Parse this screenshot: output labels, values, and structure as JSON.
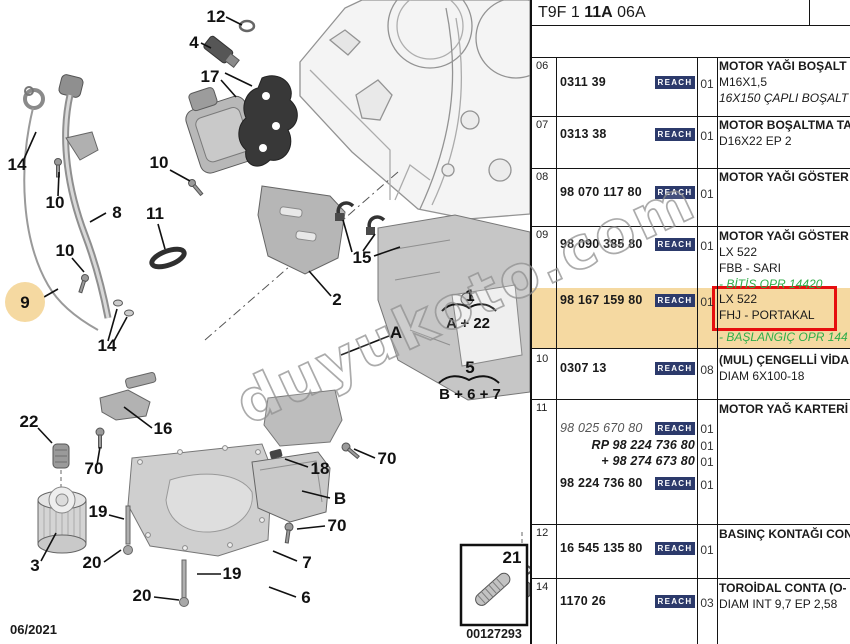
{
  "header": {
    "code_prefix": "T9F 1 ",
    "code_bold": "11A",
    "code_suffix": " 06A"
  },
  "colors": {
    "highlight_tan": "#f5d9a1",
    "red_box": "#e60f0f",
    "green_text": "#2fae4a",
    "reach_navy": "#2c3a6b"
  },
  "parts_table": {
    "reach_badge": "REACH",
    "rows": [
      {
        "pos": "06",
        "ref": "0311 39",
        "qty": "01",
        "desc1": "MOTOR YAĞI BOŞALT",
        "desc2": "M16X1,5",
        "desc3": "16X150 ÇAPLI BOŞALT"
      },
      {
        "pos": "07",
        "ref": "0313 38",
        "qty": "01",
        "desc1": "MOTOR BOŞALTMA TA",
        "desc2": "D16X22 EP 2"
      },
      {
        "pos": "08",
        "ref": "98 070 117 80",
        "qty": "01",
        "desc1": "MOTOR YAĞI GÖSTER"
      },
      {
        "pos": "09",
        "ref_a": "98 090 385 80",
        "qty_a": "01",
        "desc1": "MOTOR YAĞI GÖSTER",
        "desc2": "LX 522",
        "desc3": "FBB - SARI",
        "desc4": "- BİTİS OPR 14420",
        "ref_b": "98 167 159 80",
        "qty_b": "01",
        "hdesc1": "LX 522",
        "hdesc2": "FHJ - PORTAKAL",
        "hdesc3": "- BAŞLANGIÇ OPR 144"
      },
      {
        "pos": "10",
        "ref": "0307 13",
        "qty": "08",
        "desc1": "(MUL) ÇENGELLİ VİDA",
        "desc2": "DIAM 6X100-18"
      },
      {
        "pos": "11",
        "ref1": "98 025 670 80",
        "qty1": "01",
        "ref2": "RP 98 224 736 80",
        "qty2": "01",
        "ref3": "+ 98 274 673 80",
        "qty3": "01",
        "ref4": "98 224 736 80",
        "qty4": "01",
        "desc1": "MOTOR YAĞ KARTERİ"
      },
      {
        "pos": "12",
        "ref": "16 545 135 80",
        "qty": "01",
        "desc1": "BASINÇ KONTAĞI CON"
      },
      {
        "pos": "14",
        "ref": "1170 26",
        "qty": "03",
        "desc1": "TOROİDAL CONTA (O-",
        "desc2": "DIAM INT 9,7 EP 2,58"
      }
    ]
  },
  "diagram": {
    "watermark": "duyukoto.com",
    "labels": [
      {
        "text": "12"
      },
      {
        "text": "4"
      },
      {
        "text": "17"
      },
      {
        "text": "14"
      },
      {
        "text": "10"
      },
      {
        "text": "10"
      },
      {
        "text": "8"
      },
      {
        "text": "11"
      },
      {
        "text": "10"
      },
      {
        "text": "9"
      },
      {
        "text": "14"
      },
      {
        "text": "15"
      },
      {
        "text": "2"
      },
      {
        "text": "1"
      },
      {
        "text": "A + 22"
      },
      {
        "text": "A"
      },
      {
        "text": "5"
      },
      {
        "text": "B + 6 + 7"
      },
      {
        "text": "22"
      },
      {
        "text": "16"
      },
      {
        "text": "70"
      },
      {
        "text": "19"
      },
      {
        "text": "3"
      },
      {
        "text": "20"
      },
      {
        "text": "19"
      },
      {
        "text": "20"
      },
      {
        "text": "70"
      },
      {
        "text": "18"
      },
      {
        "text": "B"
      },
      {
        "text": "70"
      },
      {
        "text": "7"
      },
      {
        "text": "6"
      },
      {
        "text": "21"
      }
    ],
    "footer_date": "06/2021",
    "drawing_code": "00127293"
  }
}
